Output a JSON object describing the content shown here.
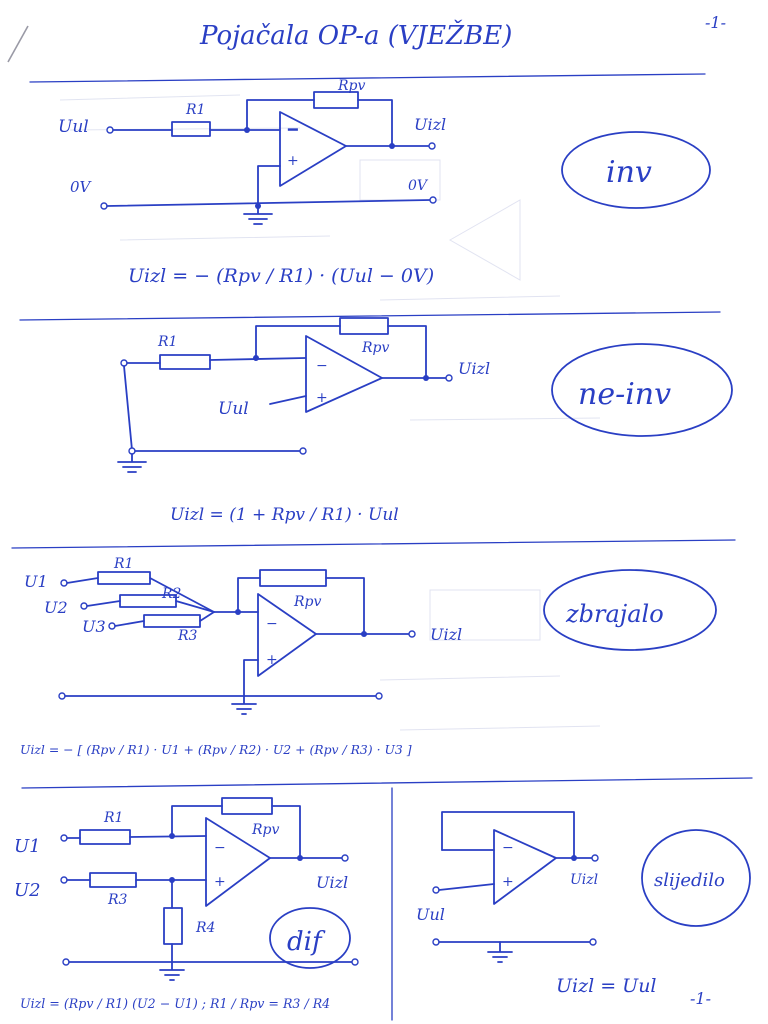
{
  "page": {
    "title": "Pojačala OP-a (VJEŽBE)",
    "page_marker_top": "-1-",
    "page_marker_bottom": "-1-"
  },
  "sections": {
    "inverting": {
      "badge": "inv",
      "input_label": "Uul",
      "zero_label_left": "0V",
      "zero_label_right": "0V",
      "output_label": "Uizl",
      "r_in_label": "R1",
      "r_fb_label": "Rpv",
      "formula": "Uizl = − (Rpv / R1) · (Uul − 0V)"
    },
    "noninverting": {
      "badge": "ne-inv",
      "input_label": "Uul",
      "output_label": "Uizl",
      "r_in_label": "R1",
      "r_fb_label": "Rpv",
      "formula": "Uizl = (1 + Rpv / R1) · Uul"
    },
    "summing": {
      "badge": "zbrajalo",
      "inputs": [
        "U1",
        "U2",
        "U3"
      ],
      "resistors": [
        "R1",
        "R2",
        "R3"
      ],
      "r_fb_label": "Rpv",
      "output_label": "Uizl",
      "formula": "Uizl = − [ (Rpv / R1) · U1 + (Rpv / R2) · U2 + (Rpv / R3) · U3 ]"
    },
    "differential": {
      "badge": "dif",
      "inputs": [
        "U1",
        "U2"
      ],
      "resistors": [
        "R1",
        "R3",
        "R4"
      ],
      "r_fb_label": "Rpv",
      "output_label": "Uizl",
      "formula": "Uizl = (Rpv / R1) (U2 − U1) ; R1 / Rpv = R3 / R4"
    },
    "follower": {
      "badge": "slijedilo",
      "input_label": "Uul",
      "output_label": "Uizl",
      "formula": "Uizl = Uul"
    }
  }
}
